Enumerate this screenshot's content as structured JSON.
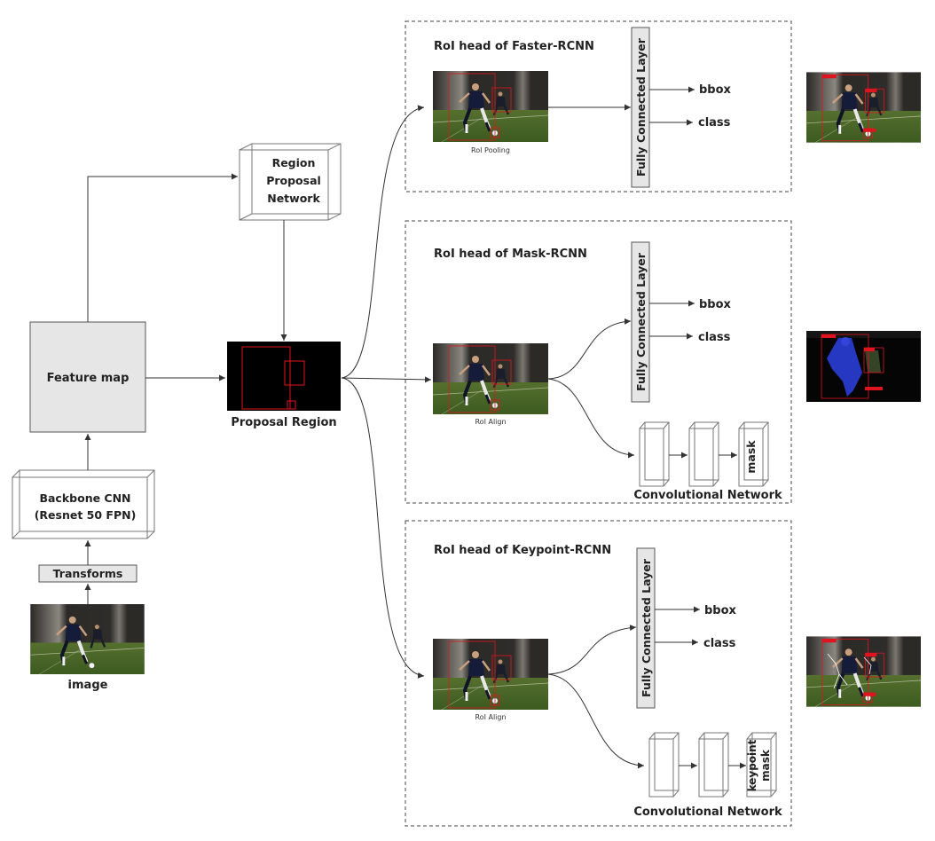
{
  "input": {
    "image_label": "image",
    "transforms_label": "Transforms"
  },
  "backbone": {
    "line1": "Backbone CNN",
    "line2": "(Resnet 50 FPN)"
  },
  "feature_map": {
    "label": "Feature map"
  },
  "rpn": {
    "line1": "Region",
    "line2": "Proposal",
    "line3": "Network"
  },
  "proposal": {
    "label": "Proposal Region"
  },
  "heads": {
    "faster": {
      "title": "RoI head of Faster-RCNN",
      "op": "RoI Pooling",
      "fc": "Fully Connected Layer",
      "out1": "bbox",
      "out2": "class"
    },
    "mask": {
      "title": "RoI head of Mask-RCNN",
      "op": "RoI Align",
      "fc": "Fully Connected Layer",
      "out1": "bbox",
      "out2": "class",
      "final_cube": "mask",
      "conv_label": "Convolutional Network"
    },
    "keypoint": {
      "title": "RoI head of Keypoint-RCNN",
      "op": "RoI Align",
      "fc": "Fully Connected Layer",
      "out1": "bbox",
      "out2": "class",
      "final_cube_line1": "keypoint",
      "final_cube_line2": "mask",
      "conv_label": "Convolutional Network"
    }
  },
  "colors": {
    "detection_box": "#e0141e",
    "mask_fill": "#2a3ed6",
    "panel_fill": "#e6e6e6",
    "grass": "#4c6a2a",
    "wall": "#3a3a36"
  }
}
